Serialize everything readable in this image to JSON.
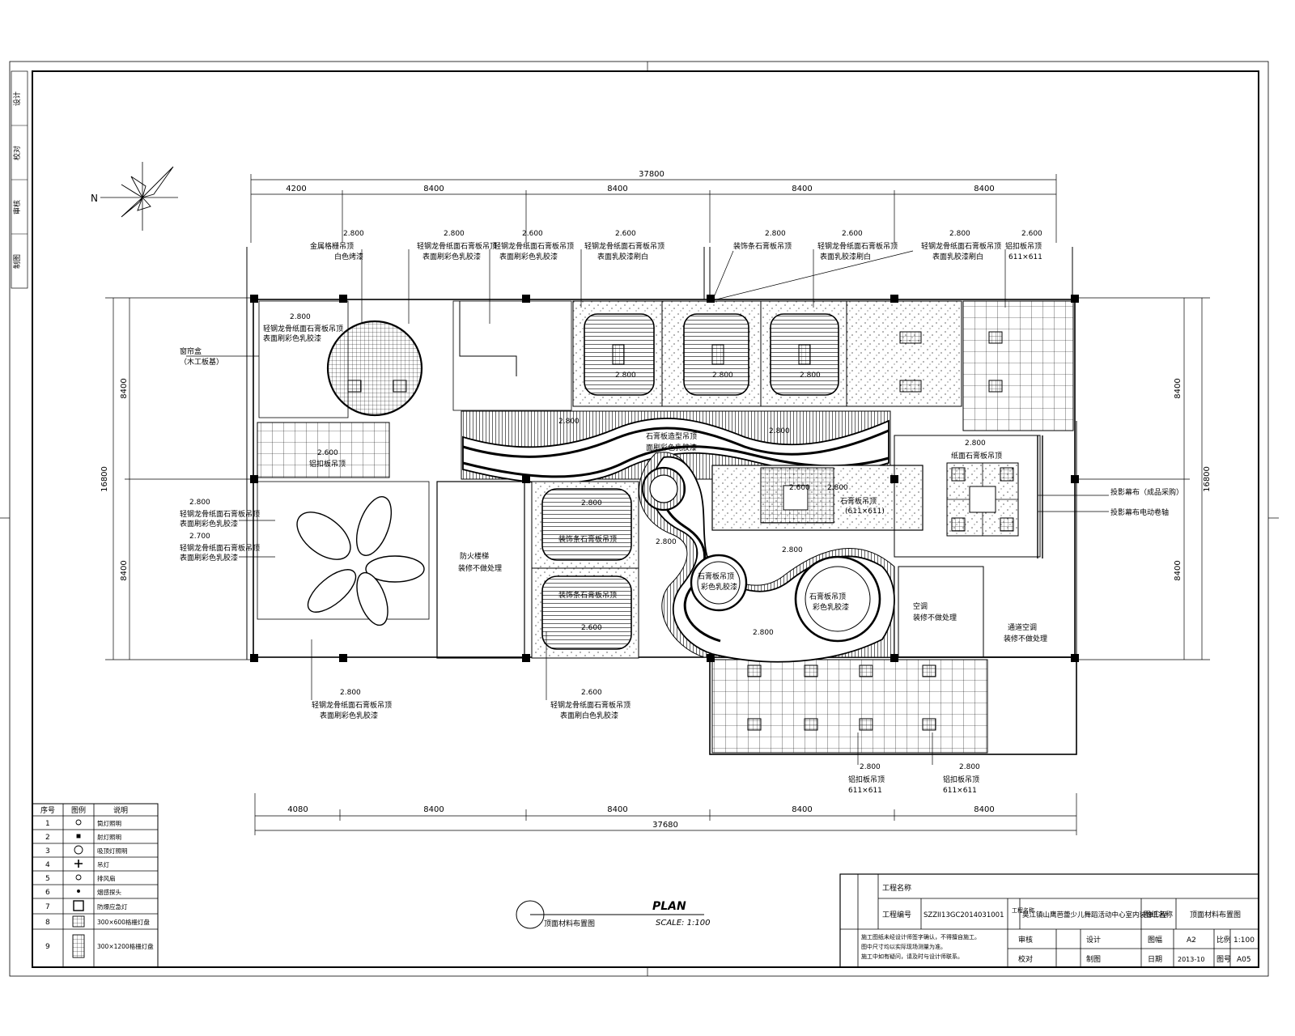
{
  "title_block": {
    "project_label": "工程名称",
    "project_name": "昊江镇山鹰芭蕾少儿舞蹈活动中心室内装饰工程",
    "project_code_label": "工程编号",
    "project_code": "SZZII13GC2014031001",
    "sheet_title_label": "图纸名称",
    "sheet_title": "顶面材料布置图",
    "review_label": "审核",
    "design_label": "设计",
    "check_label": "校对",
    "draw_label": "制图",
    "scale_label": "比例",
    "scale_value": "1:100",
    "format_label": "图幅",
    "format_value": "A2",
    "date_label": "日期",
    "date_value": "2013-10",
    "sheet_no_label": "图号",
    "sheet_no": "A05",
    "notes": [
      "施工图纸未经设计师签字确认，不得擅自施工。",
      "图中尺寸均以实际现场测量为准。",
      "施工中如有疑问，请及时与设计师联系。"
    ]
  },
  "plan": {
    "caption": "顶面材料布置图",
    "plan_word": "PLAN",
    "scale": "SCALE: 1:100",
    "north": "N"
  },
  "dimensions": {
    "top_total": "37800",
    "top_segments": [
      "4200",
      "8400",
      "8400",
      "8400",
      "8400"
    ],
    "bottom_total": "37680",
    "bottom_segments": [
      "4080",
      "8400",
      "8400",
      "8400",
      "8400"
    ],
    "left_total": "16800",
    "left_segments": [
      "8400",
      "8400"
    ],
    "right_total": "16800",
    "right_segments": [
      "8400",
      "8400"
    ]
  },
  "top_callouts": [
    {
      "h": "2.800",
      "l1": "金属格栅吊顶",
      "l2": "白色烤漆"
    },
    {
      "h": "2.800",
      "l1": "轻钢龙骨纸面石膏板吊顶",
      "l2": "表面刷彩色乳胶漆"
    },
    {
      "h": "2.600",
      "l1": "轻钢龙骨纸面石膏板吊顶",
      "l2": "表面刷彩色乳胶漆"
    },
    {
      "h": "2.600",
      "l1": "轻钢龙骨纸面石膏板吊顶",
      "l2": "表面乳胶漆刷白"
    },
    {
      "h": "2.800",
      "l1": "装饰条石膏板吊顶",
      "l2": ""
    },
    {
      "h": "2.600",
      "l1": "轻钢龙骨纸面石膏板吊顶",
      "l2": "表面乳胶漆刷白"
    },
    {
      "h": "2.800",
      "l1": "轻钢龙骨纸面石膏板吊顶",
      "l2": "表面乳胶漆刷白"
    },
    {
      "h": "2.600",
      "l1": "铝扣板吊顶",
      "l2": "611×611"
    }
  ],
  "left_callouts": [
    {
      "h": "2.800",
      "l1": "轻钢龙骨纸面石膏板吊顶",
      "l2": "表面刷彩色乳胶漆"
    },
    {
      "h": "",
      "l1": "窗帘盒",
      "l2": "（木工板基）"
    },
    {
      "h": "2.800",
      "l1": "轻钢龙骨纸面石膏板吊顶",
      "l2": "表面刷彩色乳胶漆"
    },
    {
      "h": "2.700",
      "l1": "轻钢龙骨纸面石膏板吊顶",
      "l2": "表面刷彩色乳胶漆"
    }
  ],
  "bottom_callouts": [
    {
      "h": "2.800",
      "l1": "轻钢龙骨纸面石膏板吊顶",
      "l2": "表面刷彩色乳胶漆"
    },
    {
      "h": "2.600",
      "l1": "轻钢龙骨纸面石膏板吊顶",
      "l2": "表面刷白色乳胶漆"
    },
    {
      "h": "2.800",
      "l1": "铝扣板吊顶",
      "l2": "611×611"
    },
    {
      "h": "2.800",
      "l1": "铝扣板吊顶",
      "l2": "611×611"
    }
  ],
  "right_callouts": [
    "投影幕布（成品采购）",
    "投影幕布电动卷轴"
  ],
  "room_labels": {
    "stair": "防火楼梯",
    "stair_note": "装修不做处理",
    "corridor": "通道空调",
    "corridor_note": "装修不做处理",
    "none_label": "空调",
    "none_note": "装修不做处理",
    "wave": "石膏板造型吊顶",
    "wave2": "面刷彩色乳胶漆",
    "circle1": "石膏板吊顶",
    "circle1b": "彩色乳胶漆",
    "circle2": "石膏板吊顶",
    "circle2b": "彩色乳胶漆",
    "gyp_small": "石膏板吊顶",
    "gyp_small2": "(611×611)",
    "center_sq": "纸面石膏板吊顶",
    "aluminium": "铝扣板吊顶",
    "deco1": "装饰条石膏板吊顶",
    "deco2": "装饰条石膏板吊顶",
    "el_2800": "2.800",
    "el_2600": "2.600",
    "el_2700": "2.700"
  },
  "legend": {
    "headers": [
      "序号",
      "图例",
      "说明"
    ],
    "rows": [
      {
        "no": "1",
        "desc": "筒灯照明"
      },
      {
        "no": "2",
        "desc": "射灯照明"
      },
      {
        "no": "3",
        "desc": "吸顶灯照明"
      },
      {
        "no": "4",
        "desc": "吊灯"
      },
      {
        "no": "5",
        "desc": "排风扇"
      },
      {
        "no": "6",
        "desc": "烟感探头"
      },
      {
        "no": "7",
        "desc": "防爆应急灯"
      },
      {
        "no": "8",
        "desc": "300×600格栅灯盘"
      },
      {
        "no": "9",
        "desc": "300×1200格栅灯盘"
      }
    ]
  },
  "side_strip": [
    "设计",
    "校对",
    "审核",
    "制图"
  ]
}
